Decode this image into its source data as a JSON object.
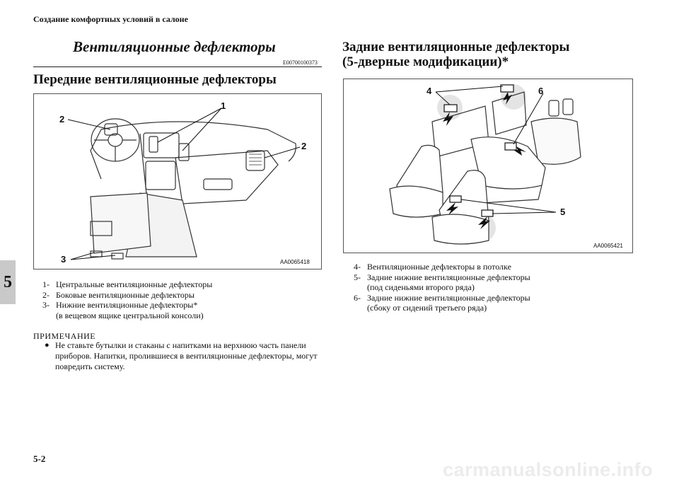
{
  "header": {
    "chapter_title": "Создание комфортных условий в салоне"
  },
  "side_tab": {
    "chapter_number": "5"
  },
  "section": {
    "title": "Вентиляционные дефлекторы",
    "code": "E00700100373"
  },
  "front": {
    "title": "Передние вентиляционные дефлекторы",
    "figure": {
      "id": "AA0065418",
      "callouts": [
        "1",
        "2",
        "2",
        "3"
      ]
    },
    "items": [
      {
        "num": "1-",
        "text": "Центральные вентиляционные дефлекторы"
      },
      {
        "num": "2-",
        "text": "Боковые вентиляционные дефлекторы"
      },
      {
        "num": "3-",
        "text": "Нижние вентиляционные дефлекторы*",
        "cont": "(в вещевом ящике центральной консоли)"
      }
    ]
  },
  "rear": {
    "title_line1": "Задние вентиляционные дефлекторы",
    "title_line2": "(5-дверные модификации)*",
    "figure": {
      "id": "AA0065421",
      "callouts": [
        "4",
        "6",
        "5"
      ]
    },
    "items": [
      {
        "num": "4-",
        "text": "Вентиляционные дефлекторы в потолке"
      },
      {
        "num": "5-",
        "text": "Задние нижние вентиляционные дефлекторы",
        "cont": "(под сиденьями второго ряда)"
      },
      {
        "num": "6-",
        "text": "Задние нижние вентиляционные дефлекторы",
        "cont": "(сбоку от сидений третьего ряда)"
      }
    ]
  },
  "note": {
    "title": "ПРИМЕЧАНИЕ",
    "bullet": "●",
    "text": "Не ставьте бутылки и стаканы с напитками на верхнюю часть панели приборов. Напитки, пролившиеся в вентиляционные дефлекторы, могут повредить систему."
  },
  "footer": {
    "page_number": "5-2",
    "watermark": "carmanualsonline.info"
  }
}
